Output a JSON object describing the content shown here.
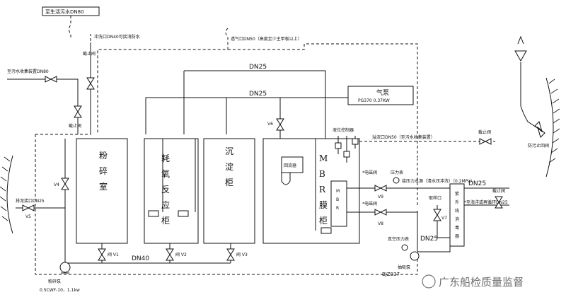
{
  "labels": {
    "top_left_box": "至生活污水DN80",
    "flush_port": "冲洗口DN40可接消防水",
    "vent_port": "透气口DN50（高度至少主甲板以上）",
    "to_sewage_left": "至污水收集装置DN80",
    "stop_valve_1": "截止阀",
    "stop_valve_2": "截止阀",
    "dn25_top": "DN25",
    "dn25_mid": "DN25",
    "air_pump_title": "气泵",
    "air_pump_model": "PG370 0.37KW",
    "level_controller": "液位控制器",
    "v6": "V6",
    "return_pipe": "回流器",
    "overflow": "溢流口DN50（至污水收集装置）",
    "stop_valve_right": "截止阀",
    "anti_pollution_valve": "防污止回阀",
    "crush_room": "粉碎室",
    "aerobic_tank": "耗氧反应柜",
    "settling_tank": "沉淀柜",
    "mbr_tank": "MBR膜柜",
    "mbr_box": "MBR",
    "v4": "V4",
    "drain_port": "排泥接口DN25",
    "v5": "V5",
    "solenoid_1": "*电磁阀",
    "pressure_gauge": "压力表",
    "pressure_note": "接压力水源（清水压冲洗）（0.2MPa）",
    "dn25_right": "DN25",
    "v9": "V9",
    "solenoid_2": "*电磁阀",
    "sample_port": "取样口",
    "stop_valve_r2": "截止阀",
    "to_sewage_dn25": "*至海洋或再循环DN25",
    "v8": "V8",
    "v7": "V7",
    "disinfector": "紫外线消毒器",
    "dn25_bottom": "DN25",
    "vacuum_gauge": "真空压力表",
    "suction_pump": "抽吸泵",
    "pump_model_r": "BJZ037",
    "valve_v1": "阀 V1",
    "valve_v2": "阀 V2",
    "valve_v3": "阀 V3",
    "dn40": "DN40",
    "crush_pump": "粉碎泵",
    "crush_pump_model": "0.5CWF-10，1.1kw",
    "watermark": "广东船检质量监督"
  }
}
